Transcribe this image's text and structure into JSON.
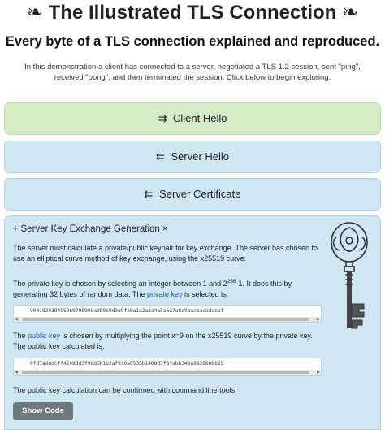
{
  "header": {
    "title": "❧ The Illustrated TLS Connection ❧",
    "subtitle": "Every byte of a TLS connection explained and reproduced.",
    "intro": "In this demonstration a client has connected to a server, negotiated a TLS 1.2 session, sent \"ping\", received \"pong\", and then terminated the session. Click below to begin exploring."
  },
  "records": [
    {
      "arrow": "⇉",
      "label": "Client Hello"
    },
    {
      "arrow": "⇇",
      "label": "Server Hello"
    },
    {
      "arrow": "⇇",
      "label": "Server Certificate"
    }
  ],
  "panel": {
    "heading": "÷ Server Key Exchange Generation ×",
    "p1": "The server must calculate a private/public keypair for key exchange. The server has chosen to use an elliptical curve method of key exchange, using the x25519 curve.",
    "p2_a": "The private key is chosen by selecting an integer between 1 and 2",
    "p2_sup": "256",
    "p2_b": "-1. It does this by generating 32 bytes of random data. The ",
    "p2_link": "private key",
    "p2_c": " is selected is:",
    "private_key": "909192939495969798999a9b9c9d9e9fa0a1a2a3a4a5a6a7a8a9aaabacadaeaf",
    "p3_a": "The ",
    "p3_link": "public key",
    "p3_b": " is chosen by multiplying the point x=9 on the x25519 curve by the private key. The public key calculated is:",
    "public_key": "9fd7ad6dcff4298dd3f96d5b1b2af910a0535b1488d7f8fabb349a982880b615",
    "p4": "The public key calculation can be confirmed with command line tools:",
    "show_code": "Show Code"
  },
  "icons": {
    "key": "key-icon",
    "scroll_left": "scroll-left-icon",
    "scroll_right": "scroll-right-icon"
  },
  "colors": {
    "client_bg": "#d5ecc7",
    "server_bg": "#cfe6f3",
    "link": "#1a5fb4",
    "button_bg": "#6f787d"
  }
}
